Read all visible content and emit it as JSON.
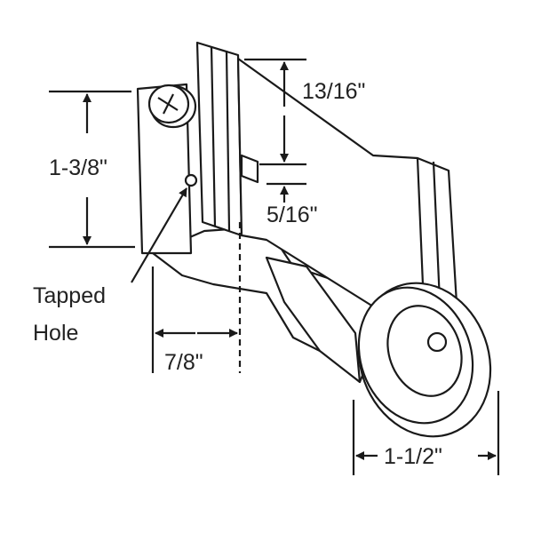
{
  "dimensions": {
    "height_overall": "1-3/8\"",
    "slot_depth": "13/16\"",
    "slot_offset": "5/16\"",
    "mount_width": "7/8\"",
    "wheel_diameter": "1-1/2\""
  },
  "callouts": {
    "tapped_hole_line1": "Tapped",
    "tapped_hole_line2": "Hole"
  },
  "colors": {
    "line": "#1a1a1a",
    "background": "#ffffff"
  }
}
